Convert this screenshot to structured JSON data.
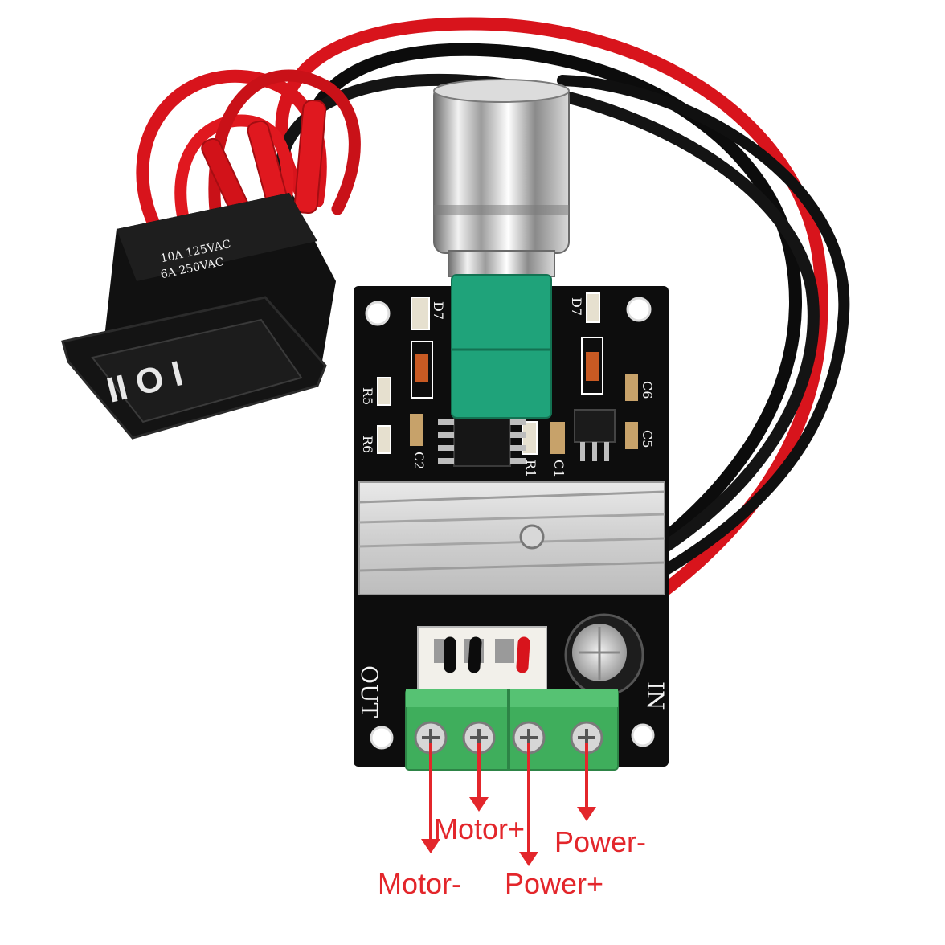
{
  "switch": {
    "markings": "I O II"
  },
  "board": {
    "silkscreen": [
      "D7",
      "D7",
      "R5",
      "R6",
      "C2",
      "R1",
      "C1",
      "C6",
      "C5"
    ],
    "out_label": "OUT",
    "in_label": "IN"
  },
  "terminals": [
    "Motor-",
    "Motor+",
    "Power+",
    "Power-"
  ],
  "colors": {
    "pcb": "#0d0d0d",
    "terminal_block": "#3fae5c",
    "potentiometer": "#1fa37a",
    "red_wire": "#d8141c",
    "black_wire": "#0c0c0c",
    "label_text": "#e3262b"
  }
}
